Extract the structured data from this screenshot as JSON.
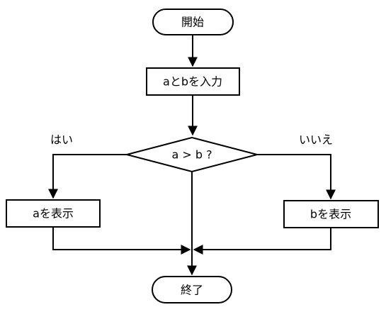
{
  "nodes": {
    "start": {
      "label": "開始"
    },
    "input": {
      "label": "aとbを入力"
    },
    "decision": {
      "label": "a > b ?"
    },
    "show_a": {
      "label": "aを表示"
    },
    "show_b": {
      "label": "bを表示"
    },
    "end": {
      "label": "終了"
    }
  },
  "branches": {
    "yes": {
      "label": "はい"
    },
    "no": {
      "label": "いいえ"
    }
  }
}
